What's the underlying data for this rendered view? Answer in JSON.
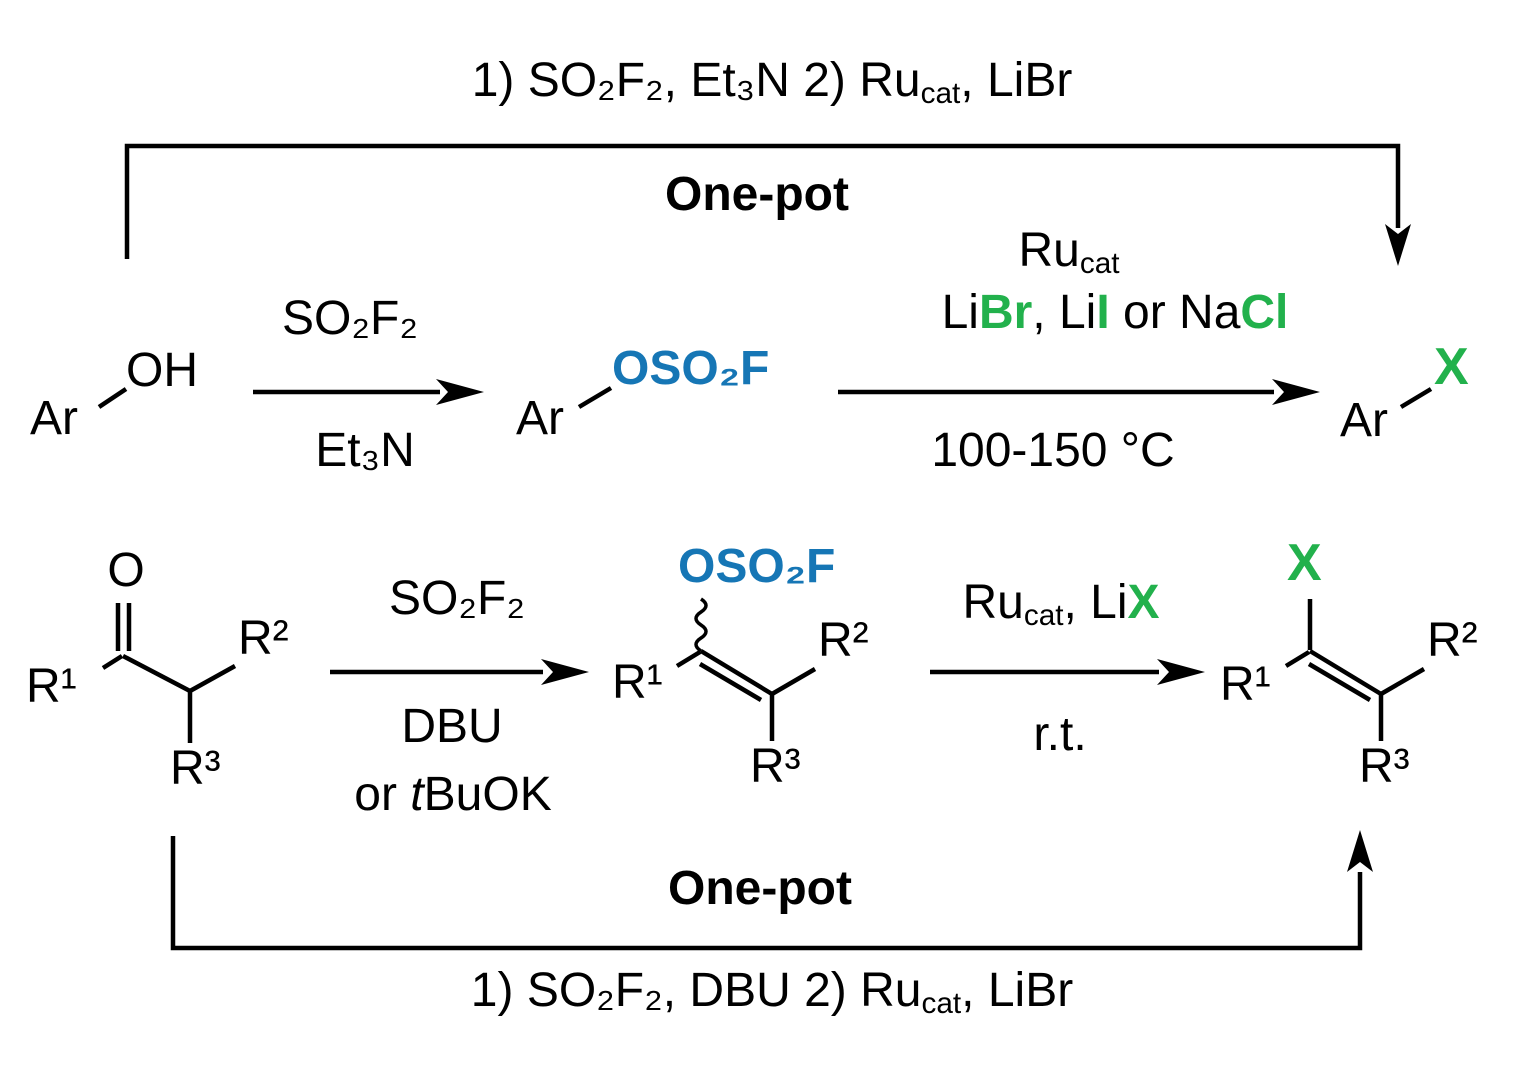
{
  "colors": {
    "bond_black": "#000000",
    "fluorosulfate_blue": "#1676B5",
    "halide_green": "#22B14C",
    "background": "#ffffff"
  },
  "top_scheme": {
    "banner": {
      "p1": "1) SO₂F₂, Et₃N 2) Ru",
      "sub": "cat",
      "p2": ", LiBr"
    },
    "one_pot": "One-pot",
    "reactant": {
      "ar": "Ar",
      "group": "OH"
    },
    "step1": {
      "above": "SO₂F₂",
      "below": "Et₃N"
    },
    "intermediate": {
      "ar": "Ar",
      "group": "OSO₂F"
    },
    "step2": {
      "cat": {
        "p1": "Ru",
        "sub": "cat"
      },
      "salts": [
        {
          "t": "Li"
        },
        {
          "t": "Br"
        },
        {
          "t": ", Li"
        },
        {
          "t": "I"
        },
        {
          "t": " or Na"
        },
        {
          "t": "Cl"
        }
      ],
      "below": "100-150 °C"
    },
    "product": {
      "ar": "Ar",
      "x": "X"
    }
  },
  "bottom_scheme": {
    "ketone": {
      "o": "O",
      "r1": "R¹",
      "r2": "R²",
      "r3": "R³"
    },
    "step1": {
      "above": "SO₂F₂",
      "below1": "DBU",
      "below2_pre": "or ",
      "below2_it": "t",
      "below2_post": "BuOK"
    },
    "enol": {
      "group": "OSO₂F",
      "r1": "R¹",
      "r2": "R²",
      "r3": "R³"
    },
    "step2": {
      "cat_p1": "Ru",
      "cat_sub": "cat",
      "cat_p2": ", Li",
      "cat_x": "X",
      "below": "r.t."
    },
    "product": {
      "x": "X",
      "r1": "R¹",
      "r2": "R²",
      "r3": "R³"
    },
    "one_pot": "One-pot",
    "banner": {
      "p1": "1) SO₂F₂, DBU 2) Ru",
      "sub": "cat",
      "p2": ", LiBr"
    }
  }
}
